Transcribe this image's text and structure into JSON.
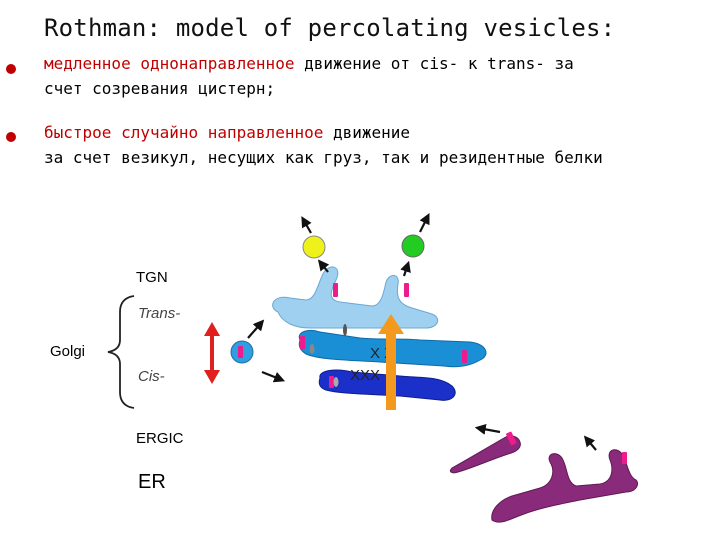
{
  "slide": {
    "title": "Rothman: model of percolating vesicles:",
    "bullet1": {
      "red": "медленное однонаправленное",
      "rest": " движение от cis- к trans- за",
      "line2": "счет созревания цистерн;"
    },
    "bullet2": {
      "red": "быстрое случайно направленное",
      "rest": " движение",
      "line2": "за счет везикул, несущих как груз, так и резидентные белки"
    }
  },
  "diagram": {
    "tgn": "TGN",
    "trans": "Trans-",
    "golgi": "Golgi",
    "cis": "Cis-",
    "ergic": "ERGIC",
    "er": "ER",
    "xx_upper": "X X",
    "xx_lower": "XXX"
  },
  "colors": {
    "cisterna_light": "#9fd0f0",
    "cisterna_mid": "#1a8fd6",
    "cisterna_dark": "#1b2fc9",
    "er": "#8a2a7a",
    "cargo": "#ee1b8c",
    "arrow_orange": "#f39a1e",
    "arrow_red": "#e01f1f",
    "vesicle_yellow": "#eef21a",
    "vesicle_green": "#22cc22"
  }
}
